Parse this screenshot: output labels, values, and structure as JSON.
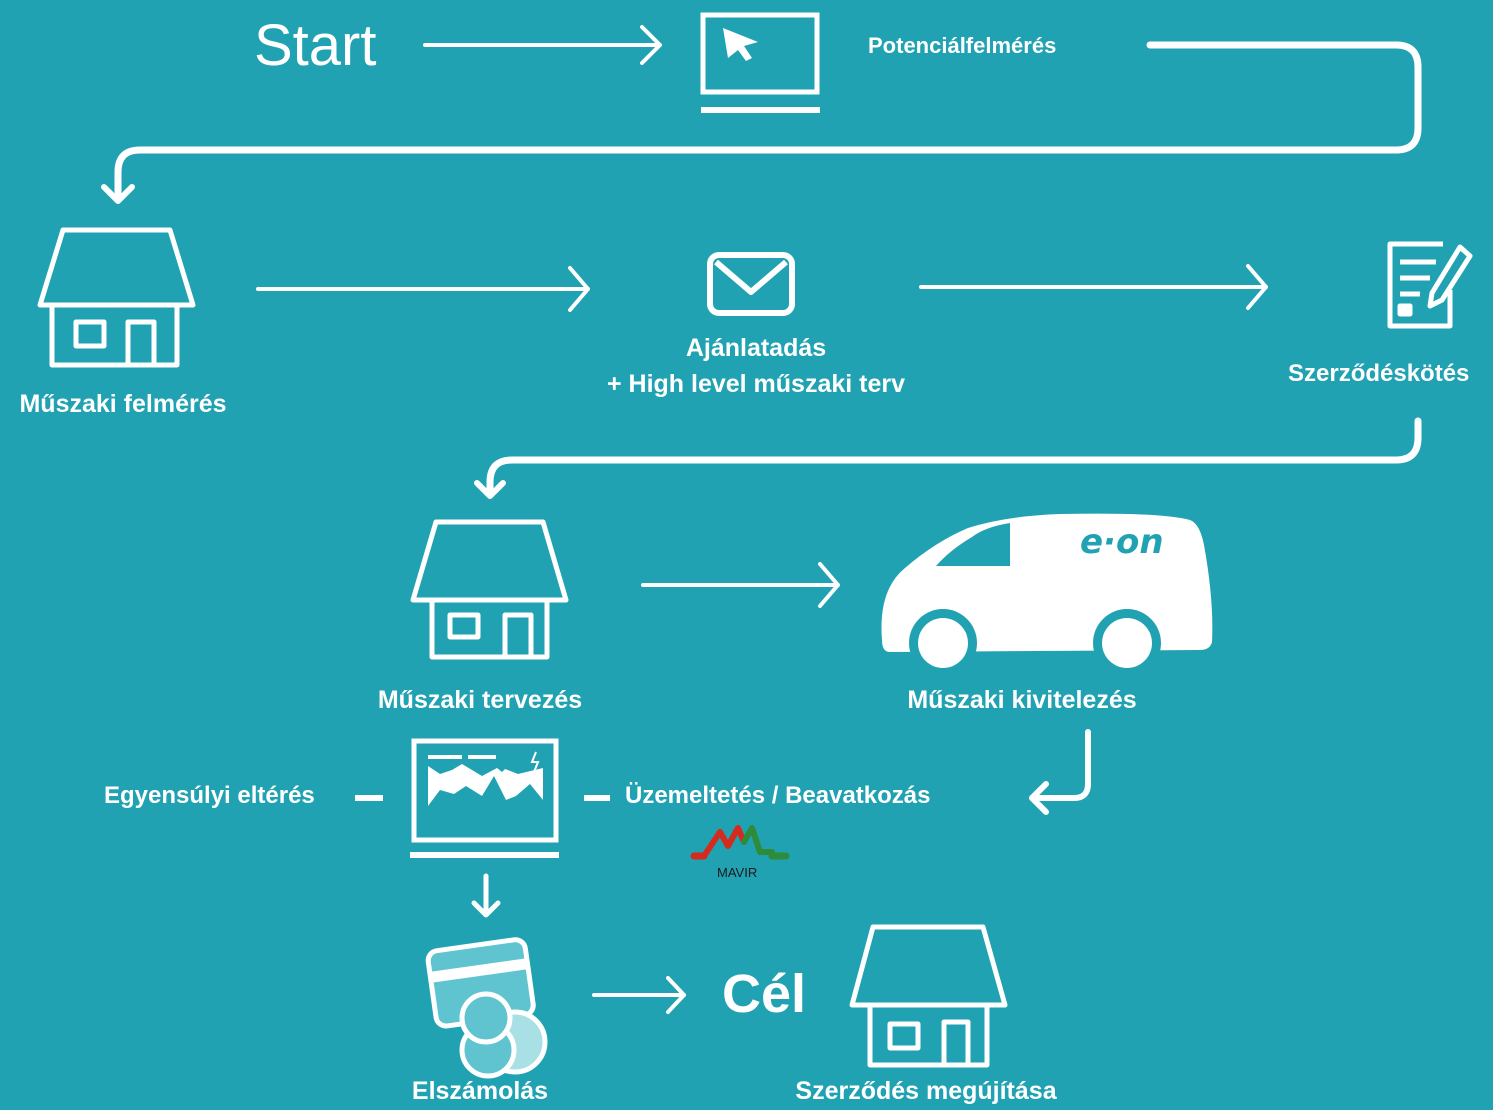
{
  "start": "Start",
  "steps": {
    "potential": "Potenciálfelmérés",
    "survey": "Műszaki felmérés",
    "offer_line1": "Ajánlatadás",
    "offer_line2": "+ High level műszaki terv",
    "contract": "Szerződéskötés",
    "design": "Műszaki tervezés",
    "build": "Műszaki kivitelezés",
    "imbalance": "Egyensúlyi eltérés",
    "operation": "Üzemeltetés / Beavatkozás",
    "billing": "Elszámolás",
    "goal": "Cél",
    "renewal": "Szerződés megújítása"
  },
  "logos": {
    "eon": "e·on",
    "mavir": "MAVIR"
  },
  "colors": {
    "background": "#20a2b2",
    "foreground": "#ffffff",
    "mavir_red": "#d52b1e",
    "mavir_green": "#2e8b3a"
  }
}
